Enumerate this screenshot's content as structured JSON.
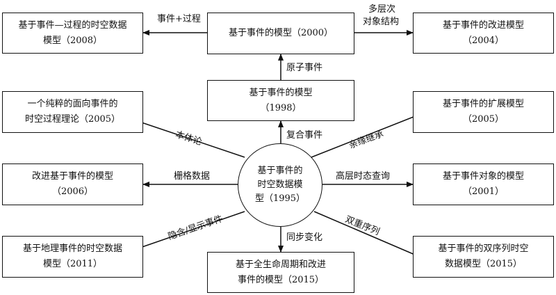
{
  "center": {
    "line1": "基于事件的",
    "line2": "时空数据模",
    "line3": "型（1995）"
  },
  "boxes": {
    "top_center": {
      "line1": "基于事件的模型（2000）"
    },
    "mid_center": {
      "line1": "基于事件的模型",
      "line2": "（1998）"
    },
    "top_left": {
      "line1": "基于事件—过程的时空数据",
      "line2": "模型（2008）"
    },
    "top_right": {
      "line1": "基于事件的改进模型",
      "line2": "（2004）"
    },
    "left2": {
      "line1": "一个纯粹的面向事件的",
      "line2": "时空过程理论（2005）"
    },
    "right2": {
      "line1": "基于事件的扩展模型",
      "line2": "（2005）"
    },
    "left3": {
      "line1": "改进基于事件的模型",
      "line2": "（2006）"
    },
    "right3": {
      "line1": "基于事件对象的模型",
      "line2": "（2001）"
    },
    "left4": {
      "line1": "基于地理事件的时空数据",
      "line2": "模型（2011）"
    },
    "right4": {
      "line1": "基于事件的双序列时空",
      "line2": "数据模型（2015）"
    },
    "bottom": {
      "line1": "基于全生命周期和改进",
      "line2": "事件的模型（2015）"
    }
  },
  "edge_labels": {
    "event_process": "事件+过程",
    "multi_layer_1": "多层次",
    "multi_layer_2": "对象结构",
    "atomic_event": "原子事件",
    "composite_event": "复合事件",
    "ontology": "本体论",
    "kinship_inherit": "亲缘继承",
    "raster_data": "栅格数据",
    "high_level_query": "高层时态查询",
    "implicit_explicit": "隐含/显示事件",
    "dual_sequence": "双重序列",
    "sync_change": "同步变化"
  },
  "colors": {
    "line": "#111111",
    "fill": "#ffffff"
  }
}
